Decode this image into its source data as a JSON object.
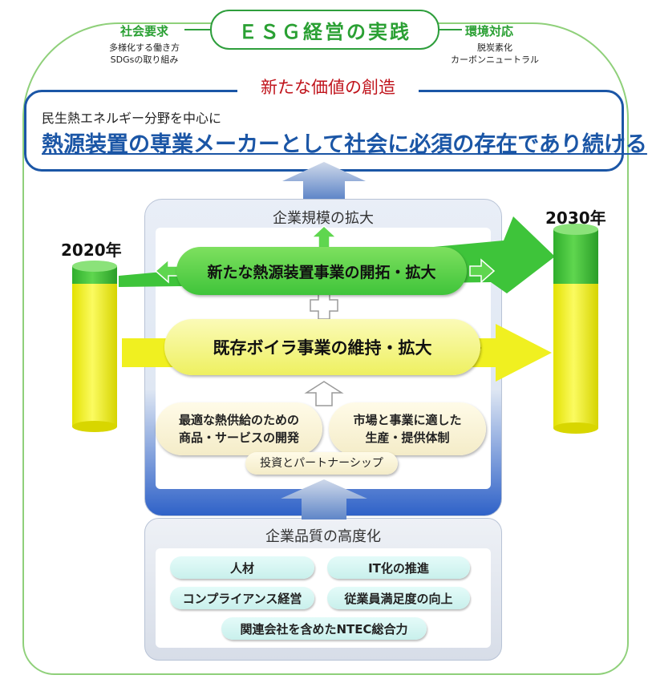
{
  "esg": {
    "title": "ＥＳＧ経営の実践",
    "social": {
      "head": "社会要求",
      "line1": "多様化する働き方",
      "line2": "SDGsの取り組み"
    },
    "env": {
      "head": "環境対応",
      "line1": "脱炭素化",
      "line2": "カーボンニュートラル"
    }
  },
  "value": {
    "label": "新たな価値の創造",
    "sub": "民生熱エネルギー分野を中心に",
    "main": "熱源装置の専業メーカーとして社会に必須の存在であり続ける"
  },
  "years": {
    "start": "2020年",
    "end": "2030年"
  },
  "scale": {
    "title": "企業規模の拡大",
    "green_band": "新たな熱源装置事業の開拓・拡大",
    "yellow_band": "既存ボイラ事業の維持・拡大",
    "bubble_left": {
      "line1": "最適な熱供給のための",
      "line2": "商品・サービスの開発"
    },
    "bubble_right": {
      "line1": "市場と事業に適した",
      "line2": "生産・提供体制"
    },
    "investment": "投資とパートナーシップ"
  },
  "quality": {
    "title": "企業品質の高度化",
    "items": [
      "人材",
      "IT化の推進",
      "コンプライアンス経営",
      "従業員満足度の向上",
      "関連会社を含めたNTEC総合力"
    ]
  },
  "colors": {
    "green": "#3fc43a",
    "yellow": "#eef060",
    "blue": "#1b56a6",
    "red": "#c0141c"
  }
}
